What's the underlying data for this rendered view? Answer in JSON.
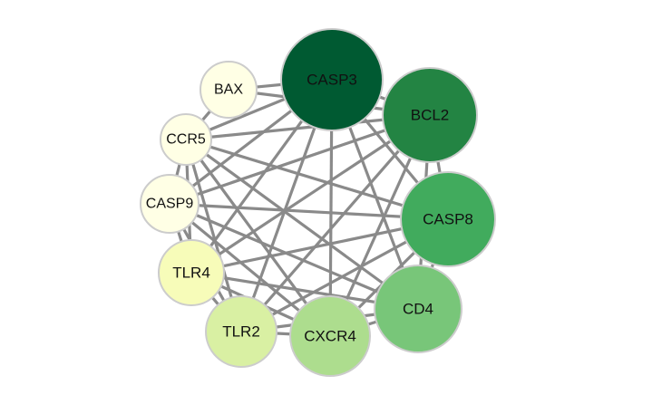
{
  "title": "PPI network of hub genes",
  "nodes": [
    {
      "id": "CASP3",
      "label": "CASP3",
      "color": "#005a32",
      "degree_rank": 1
    },
    {
      "id": "BCL2",
      "label": "BCL2",
      "color": "#238443",
      "degree_rank": 2
    },
    {
      "id": "CASP8",
      "label": "CASP8",
      "color": "#41ab5d",
      "degree_rank": 3
    },
    {
      "id": "CD4",
      "label": "CD4",
      "color": "#78c679",
      "degree_rank": 4
    },
    {
      "id": "CXCR4",
      "label": "CXCR4",
      "color": "#addd8e",
      "degree_rank": 5
    },
    {
      "id": "TLR2",
      "label": "TLR2",
      "color": "#d9f0a3",
      "degree_rank": 6
    },
    {
      "id": "TLR4",
      "label": "TLR4",
      "color": "#f7fcb9",
      "degree_rank": 7
    },
    {
      "id": "CASP9",
      "label": "CASP9",
      "color": "#ffffe5",
      "degree_rank": 8
    },
    {
      "id": "CCR5",
      "label": "CCR5",
      "color": "#ffffe5",
      "degree_rank": 9
    },
    {
      "id": "BAX",
      "label": "BAX",
      "color": "#ffffe5",
      "degree_rank": 10
    }
  ],
  "edges": [
    [
      "CASP3",
      "BCL2"
    ],
    [
      "CASP3",
      "CASP8"
    ],
    [
      "CASP3",
      "CD4"
    ],
    [
      "CASP3",
      "CXCR4"
    ],
    [
      "CASP3",
      "TLR2"
    ],
    [
      "CASP3",
      "TLR4"
    ],
    [
      "CASP3",
      "CASP9"
    ],
    [
      "CASP3",
      "CCR5"
    ],
    [
      "CASP3",
      "BAX"
    ],
    [
      "BCL2",
      "CASP8"
    ],
    [
      "BCL2",
      "CD4"
    ],
    [
      "BCL2",
      "CXCR4"
    ],
    [
      "BCL2",
      "TLR2"
    ],
    [
      "BCL2",
      "TLR4"
    ],
    [
      "BCL2",
      "CASP9"
    ],
    [
      "BCL2",
      "CCR5"
    ],
    [
      "BCL2",
      "BAX"
    ],
    [
      "CASP8",
      "CD4"
    ],
    [
      "CASP8",
      "CXCR4"
    ],
    [
      "CASP8",
      "TLR2"
    ],
    [
      "CASP8",
      "TLR4"
    ],
    [
      "CASP8",
      "CASP9"
    ],
    [
      "CASP8",
      "CCR5"
    ],
    [
      "CD4",
      "CXCR4"
    ],
    [
      "CD4",
      "TLR2"
    ],
    [
      "CD4",
      "TLR4"
    ],
    [
      "CD4",
      "CCR5"
    ],
    [
      "CD4",
      "CASP9"
    ],
    [
      "CXCR4",
      "TLR2"
    ],
    [
      "CXCR4",
      "TLR4"
    ],
    [
      "CXCR4",
      "CCR5"
    ],
    [
      "CXCR4",
      "CASP9"
    ],
    [
      "TLR2",
      "TLR4"
    ],
    [
      "TLR2",
      "CCR5"
    ],
    [
      "TLR2",
      "CASP9"
    ],
    [
      "TLR4",
      "CASP9"
    ],
    [
      "TLR4",
      "CCR5"
    ],
    [
      "CASP9",
      "CCR5"
    ],
    [
      "CCR5",
      "BAX"
    ]
  ]
}
